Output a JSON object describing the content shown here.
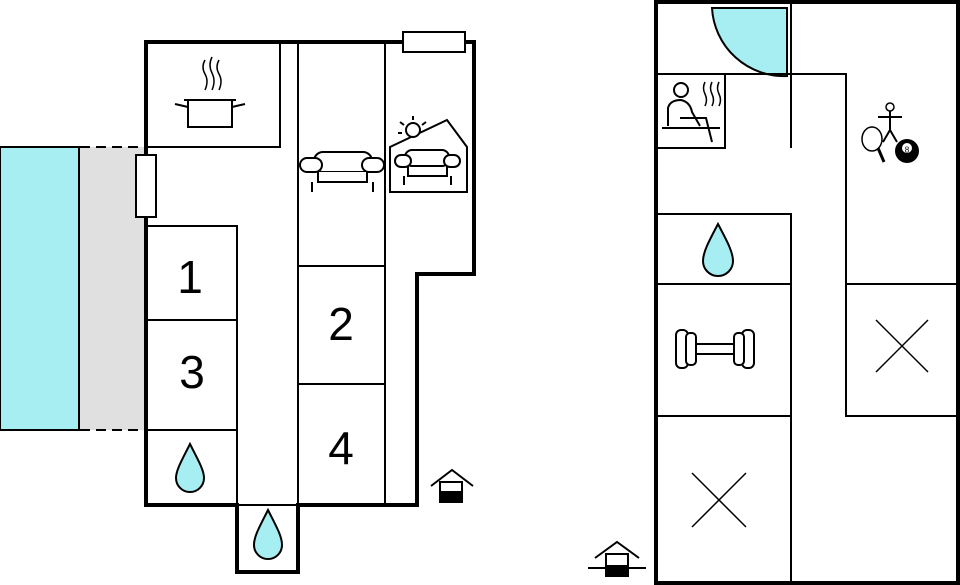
{
  "floor_plan": {
    "room_numbers": [
      "1",
      "3",
      "2",
      "4"
    ],
    "colors": {
      "pool": "#a6eef2",
      "terrace": "#e0e0e0",
      "wall": "#000000",
      "water_drop": "#a6eef2"
    },
    "icons": {
      "kitchen": "kitchen-pot-icon",
      "living": "sofa-icon",
      "conservatory": "sun-sofa-icon",
      "bathroom": "water-drop-icon",
      "sauna": "sauna-icon",
      "game_room": "table-tennis-billiard-icon",
      "gym": "dumbbell-icon",
      "entrance": "entrance-house-icon",
      "unspecified_room": "cross-icon"
    }
  }
}
